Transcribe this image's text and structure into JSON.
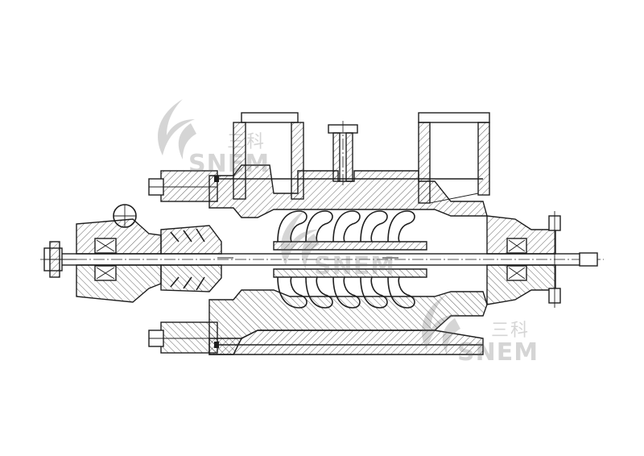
{
  "watermark": {
    "brand_cn": "三科",
    "brand_en": "SNEM",
    "logo_icon": "swirl-flame-icon",
    "color": "#6d6d6d"
  },
  "drawing": {
    "subject": "multistage-centrifugal-pump-sectional-drawing",
    "stage_count": 5,
    "line_color": "#1e1e1e",
    "background": "#ffffff"
  }
}
